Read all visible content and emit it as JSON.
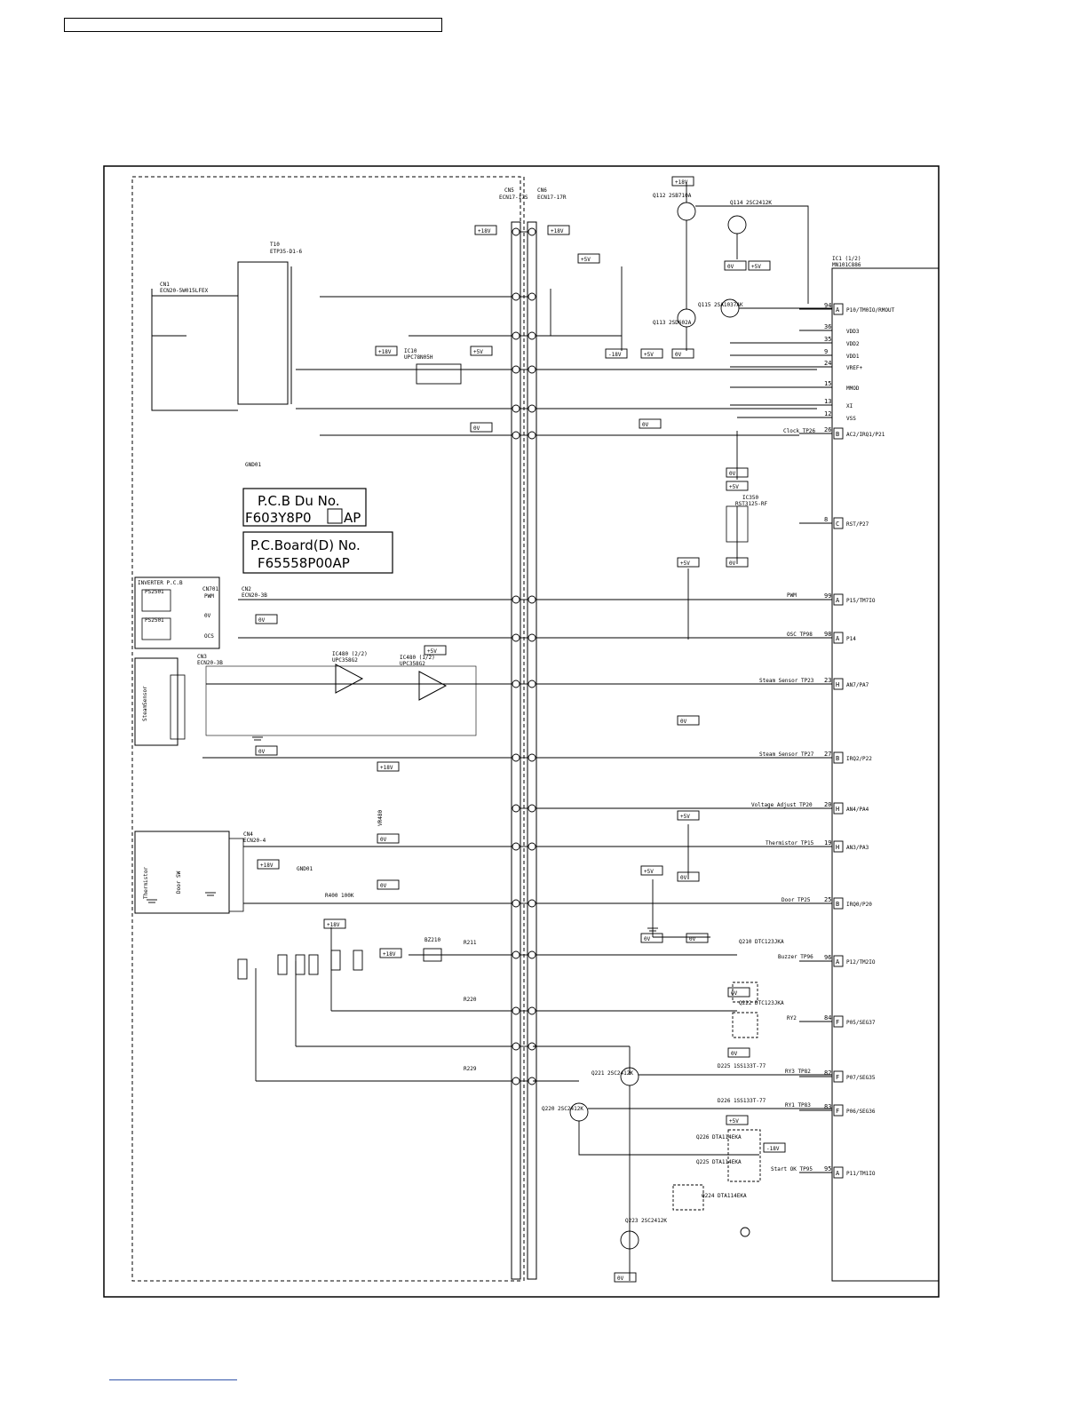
{
  "header": {
    "box": ""
  },
  "pcb_du": {
    "line1": "P.C.B Du No.",
    "line2": "F603Y8P0",
    "line3": "AP"
  },
  "pcb_board": {
    "line1": "P.C.Board(D) No.",
    "line2": "F65558P00AP"
  },
  "connectors": {
    "cn5": {
      "name": "CN5",
      "part": "ECN17-17S"
    },
    "cn6": {
      "name": "CN6",
      "part": "ECN17-17R"
    },
    "cn1": {
      "name": "CN1",
      "part": "ECN20-5W015LFEX"
    },
    "cn2": {
      "name": "CN2",
      "part": "ECN20-3B"
    },
    "cn3": {
      "name": "CN3",
      "part": "ECN20-3B"
    },
    "cn4": {
      "name": "CN4",
      "part": "ECN20-4"
    },
    "cn701": {
      "name": "CN701",
      "pwm": "PWM",
      "ov": "0V",
      "ocs": "OCS"
    }
  },
  "ic1": {
    "name": "IC1 (1/2)",
    "part": "MN101C886"
  },
  "supplies": {
    "v18": "+18V",
    "v5": "+5V",
    "v0": "0V",
    "vm18": "-18V"
  },
  "labels": {
    "transformer": "T10",
    "transformer_part": "ETP35-D1-6",
    "inverter_pcb": "INVERTER P.C.B",
    "ps2501_a": "PS2501",
    "ps2501_b": "PS2501",
    "steam_sensor": "SteamSensor",
    "thermistor": "Thermistor",
    "door_sw": "Door SW",
    "gnd": "GND01",
    "ic10": "IC10",
    "ic10_part": "UPC78N05H",
    "ic480a": "IC480 (2/2)",
    "ic480a_part": "UPC358G2",
    "ic480b": "IC480 (1/2)",
    "ic480b_part": "UPC358G2",
    "ic350": "IC350",
    "ic350_part": "RST3125-RF",
    "q112": "Q112 2SB710A",
    "q113": "Q113 2SD602A",
    "q114": "Q114 2SC2412K",
    "q115": "Q115 2SA1037AK",
    "q210": "Q210 DTC123JKA",
    "q222": "Q222 DTC123JKA",
    "q221": "Q221 2SC2412K",
    "q220": "Q220 2SC2412K",
    "q223": "Q223 2SC2412K",
    "q224": "Q224 DTA114EKA",
    "q225": "Q225 DTA114EKA",
    "q226": "Q226 DTA114EKA",
    "d225": "D225 1SS133T-77",
    "d226": "D226 1SS133T-77",
    "bz210": "BZ210",
    "r211": "R211",
    "r220": "R220",
    "r229": "R229",
    "r400": "R400 100K",
    "vr480": "VR480"
  },
  "signals": {
    "clock": "Clock TP26",
    "pwm": "PWM",
    "osc": "OSC TP98",
    "steam1": "Steam Sensor TP23",
    "steam2": "Steam Sensor TP27",
    "volt": "Voltage Adjust TP20",
    "therm": "Thermistor TP15",
    "door": "Door TP25",
    "buzzer": "Buzzer TP96",
    "ry2": "RY2",
    "ry3": "RY3 TP82",
    "ry1": "RY1 TP83",
    "start": "Start OK TP95"
  },
  "ic1_pins": [
    {
      "num": "94",
      "tag": "A",
      "name": "P10/TM0IO/RMOUT"
    },
    {
      "num": "36",
      "tag": "",
      "name": "VDD3"
    },
    {
      "num": "35",
      "tag": "",
      "name": "VDD2"
    },
    {
      "num": "9",
      "tag": "",
      "name": "VDD1"
    },
    {
      "num": "24",
      "tag": "",
      "name": "VREF+"
    },
    {
      "num": "15",
      "tag": "",
      "name": "MMOD"
    },
    {
      "num": "13",
      "tag": "",
      "name": "XI"
    },
    {
      "num": "12",
      "tag": "",
      "name": "VSS"
    },
    {
      "num": "26",
      "tag": "B",
      "name": "AC2/IRQ1/P21"
    },
    {
      "num": "8",
      "tag": "C",
      "name": "RST/P27"
    },
    {
      "num": "99",
      "tag": "A",
      "name": "P15/TM7IO"
    },
    {
      "num": "98",
      "tag": "A",
      "name": "P14"
    },
    {
      "num": "23",
      "tag": "H",
      "name": "AN7/PA7"
    },
    {
      "num": "27",
      "tag": "B",
      "name": "IRQ2/P22"
    },
    {
      "num": "20",
      "tag": "H",
      "name": "AN4/PA4"
    },
    {
      "num": "19",
      "tag": "H",
      "name": "AN3/PA3"
    },
    {
      "num": "25",
      "tag": "B",
      "name": "IRQ0/P20"
    },
    {
      "num": "96",
      "tag": "A",
      "name": "P12/TM2IO"
    },
    {
      "num": "84",
      "tag": "F",
      "name": "P05/SEG37"
    },
    {
      "num": "82",
      "tag": "F",
      "name": "P07/SEG35"
    },
    {
      "num": "83",
      "tag": "F",
      "name": "P06/SEG36"
    },
    {
      "num": "95",
      "tag": "A",
      "name": "P11/TM1IO"
    }
  ]
}
